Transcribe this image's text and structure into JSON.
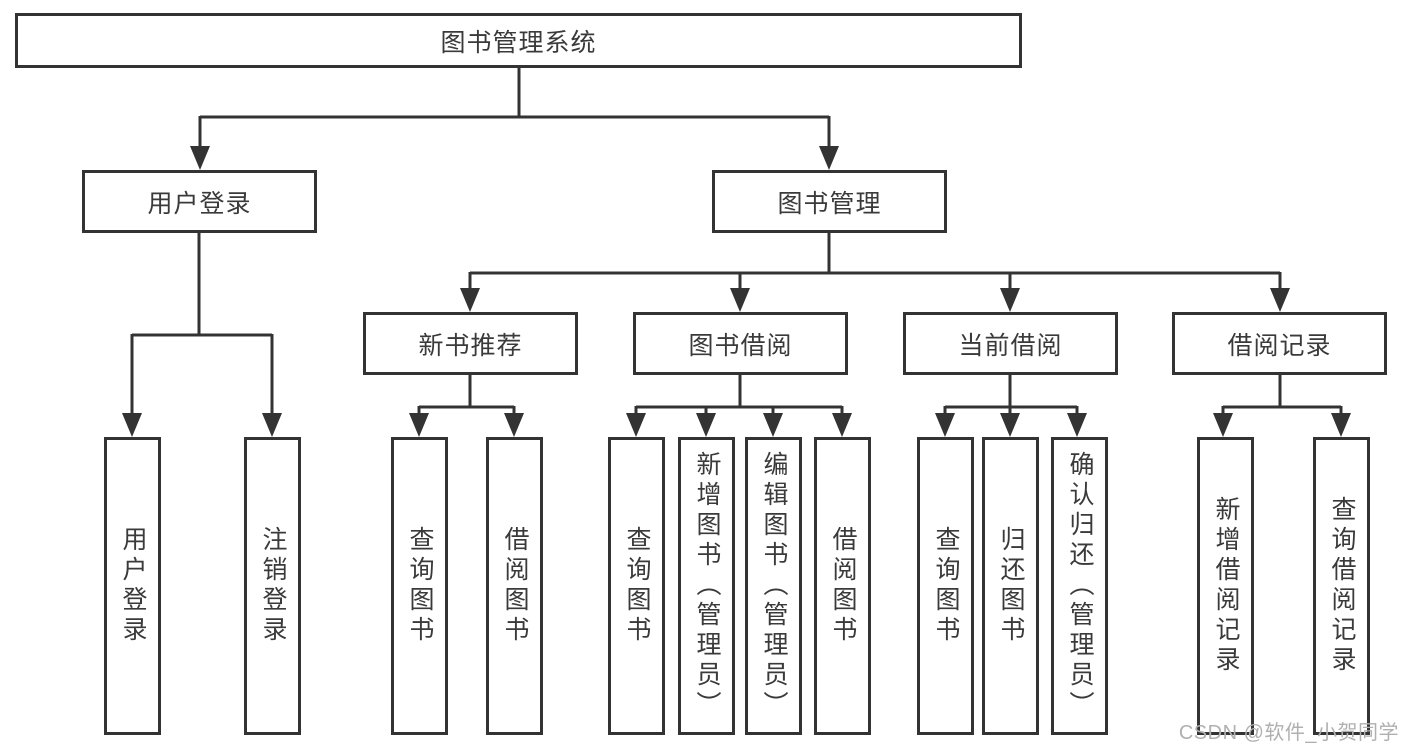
{
  "diagram_title": "图书管理系统",
  "watermark": "CSDN @软件_小贺同学",
  "colors": {
    "line": "#333333",
    "text": "#3a3a3a",
    "watermark": "#b0b0b0",
    "bg": "#ffffff"
  },
  "nodes": {
    "root": {
      "label": "图书管理系统"
    },
    "user_login": {
      "label": "用户登录"
    },
    "book_mgmt": {
      "label": "图书管理"
    },
    "new_book_rec": {
      "label": "新书推荐"
    },
    "book_borrow": {
      "label": "图书借阅"
    },
    "current_borrow": {
      "label": "当前借阅"
    },
    "borrow_records": {
      "label": "借阅记录"
    },
    "leaf_user_login": {
      "label": "用户登录"
    },
    "leaf_logout": {
      "label": "注销登录"
    },
    "leaf_query_book_rec": {
      "label": "查询图书"
    },
    "leaf_borrow_book_rec": {
      "label": "借阅图书"
    },
    "leaf_query_book_borrow": {
      "label": "查询图书"
    },
    "leaf_add_book": {
      "label": "新增图书（管理员）"
    },
    "leaf_edit_book": {
      "label": "编辑图书（管理员）"
    },
    "leaf_borrow_book": {
      "label": "借阅图书"
    },
    "leaf_query_book_cur": {
      "label": "查询图书"
    },
    "leaf_return_book": {
      "label": "归还图书"
    },
    "leaf_confirm_return": {
      "label": "确认归还（管理员）"
    },
    "leaf_add_record": {
      "label": "新增借阅记录"
    },
    "leaf_query_record": {
      "label": "查询借阅记录"
    }
  },
  "hierarchy": {
    "图书管理系统": [
      "用户登录",
      "图书管理"
    ],
    "用户登录": [
      "用户登录",
      "注销登录"
    ],
    "图书管理": [
      "新书推荐",
      "图书借阅",
      "当前借阅",
      "借阅记录"
    ],
    "新书推荐": [
      "查询图书",
      "借阅图书"
    ],
    "图书借阅": [
      "查询图书",
      "新增图书（管理员）",
      "编辑图书（管理员）",
      "借阅图书"
    ],
    "当前借阅": [
      "查询图书",
      "归还图书",
      "确认归还（管理员）"
    ],
    "借阅记录": [
      "新增借阅记录",
      "查询借阅记录"
    ]
  }
}
